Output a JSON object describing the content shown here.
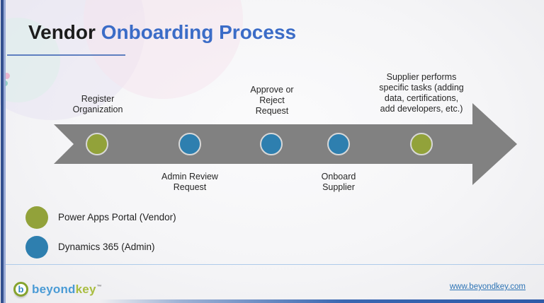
{
  "title": {
    "black": "Vendor ",
    "blue": "Onboarding Process"
  },
  "timeline": {
    "steps": [
      {
        "label": "Register\nOrganization",
        "actor": "vendor",
        "position": "above"
      },
      {
        "label": "Admin Review\nRequest",
        "actor": "admin",
        "position": "below"
      },
      {
        "label": "Approve or\nReject\nRequest",
        "actor": "admin",
        "position": "above"
      },
      {
        "label": "Onboard\nSupplier",
        "actor": "admin",
        "position": "below"
      },
      {
        "label": "Supplier performs\nspecific tasks (adding\ndata, certifications,\nadd developers, etc.)",
        "actor": "vendor",
        "position": "above"
      }
    ]
  },
  "legend": {
    "items": [
      {
        "label": "Power Apps Portal (Vendor)",
        "actor": "vendor"
      },
      {
        "label": "Dynamics 365 (Admin)",
        "actor": "admin"
      }
    ]
  },
  "footer": {
    "logo_icon_letter": "b",
    "brand_beyond": "beyond",
    "brand_key": "key",
    "trademark": "™",
    "website": "www.beyondkey.com"
  },
  "colors": {
    "accent": "#3b6cc7",
    "vendor": "#92a23a",
    "admin": "#2e7faf",
    "arrow-gray": "#818181",
    "link": "#2e74b5"
  }
}
